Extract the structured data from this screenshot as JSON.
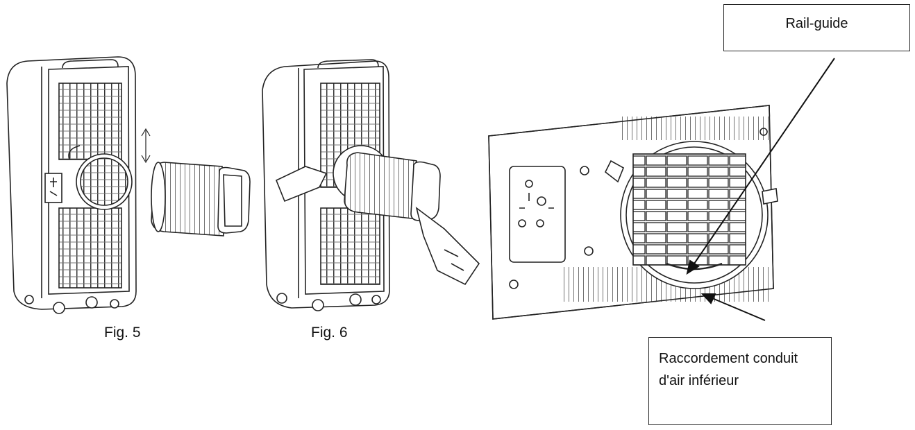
{
  "figures": {
    "fig5_caption": "Fig. 5",
    "fig6_caption": "Fig. 6"
  },
  "callouts": {
    "rail_guide": "Rail-guide",
    "raccordement": "Raccordement conduit d'air inférieur"
  },
  "colors": {
    "line": "#222222",
    "hatch": "#555555",
    "background": "#ffffff"
  }
}
